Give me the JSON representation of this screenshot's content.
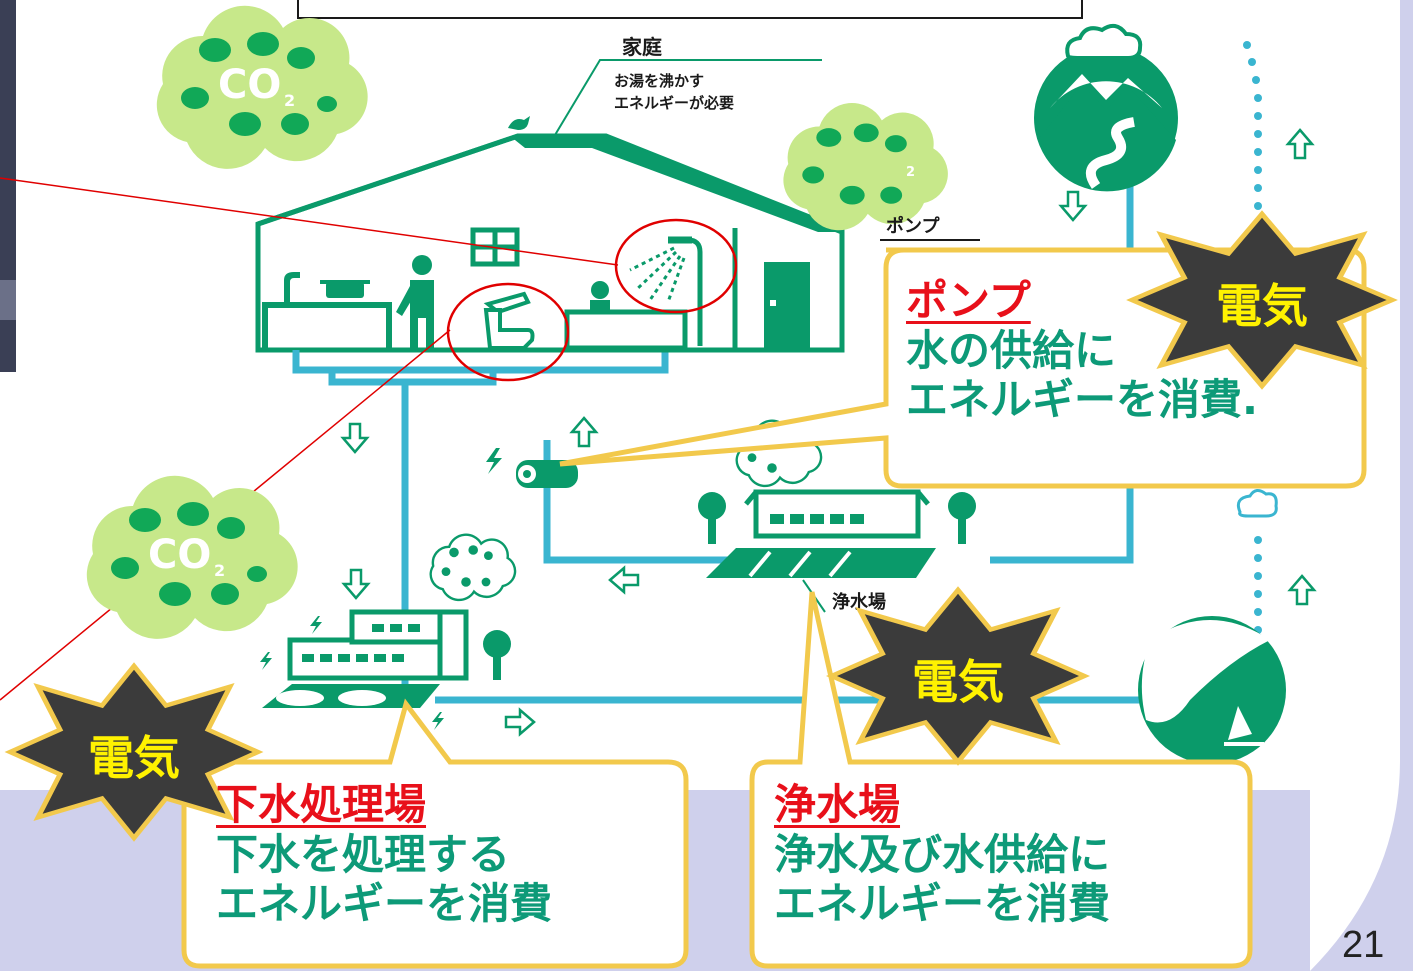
{
  "diagram": {
    "labels": {
      "home": "家庭",
      "home_note_1": "お湯を沸かす",
      "home_note_2": "エネルギーが必要",
      "pump_small": "ポンプ",
      "purification_small": "浄水場",
      "co2": "CO",
      "co2_sub": "2"
    },
    "stars": [
      {
        "id": "star-pump",
        "label": "電気"
      },
      {
        "id": "star-purification",
        "label": "電気"
      },
      {
        "id": "star-sewage",
        "label": "電気"
      }
    ],
    "callouts": {
      "pump": {
        "title": "ポンプ",
        "lines": [
          "水の供給に",
          "エネルギーを消費."
        ]
      },
      "sewage": {
        "title": "下水処理場",
        "lines": [
          "下水を処理する",
          "エネルギーを消費"
        ]
      },
      "purification": {
        "title": "浄水場",
        "lines": [
          "浄水及び水供給に",
          "エネルギーを消費"
        ]
      }
    },
    "colors": {
      "green": "#0a9a6a",
      "pipe": "#3ab5d0",
      "callout_fill": "#ffffff",
      "callout_border": "#f2c94c",
      "star_fill": "#3b3b3b",
      "star_label": "#fff200",
      "title_red": "#e8101a",
      "text_green": "#0d9a78",
      "annotation_line": "#e00000",
      "cloud_light": "#c7e88a",
      "cloud_dark": "#11a857"
    }
  },
  "slide": {
    "page_number": "21"
  }
}
